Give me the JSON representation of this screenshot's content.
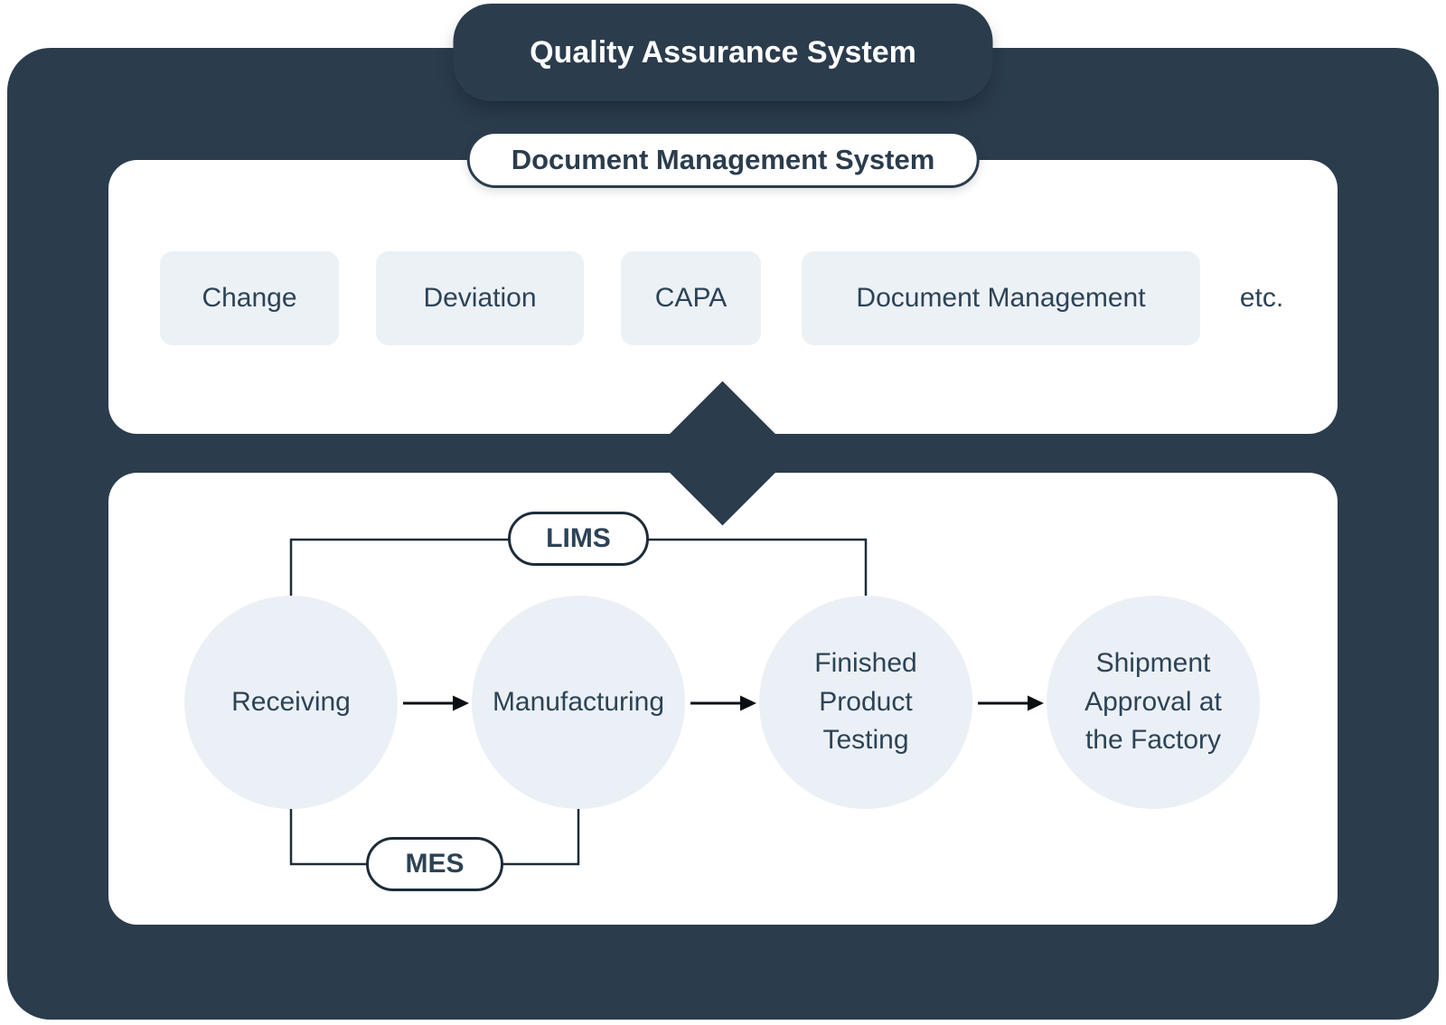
{
  "title": "Quality Assurance System",
  "colors": {
    "navy": "#2B3C4D",
    "panel_white": "#ffffff",
    "chip_bg": "#ECF1F6",
    "circle_bg": "#EBF0F6",
    "text_navy": "#2C4356",
    "connector_dark": "#1E2C39",
    "arrow_black": "#0B0F14"
  },
  "dms_panel": {
    "label": "Document Management System",
    "chips": [
      "Change",
      "Deviation",
      "CAPA",
      "Document Management"
    ],
    "etc_label": "etc."
  },
  "flow_panel": {
    "lims_label": "LIMS",
    "mes_label": "MES",
    "steps": [
      "Receiving",
      "Manufacturing",
      "Finished\nProduct\nTesting",
      "Shipment\nApproval at\nthe Factory"
    ]
  }
}
